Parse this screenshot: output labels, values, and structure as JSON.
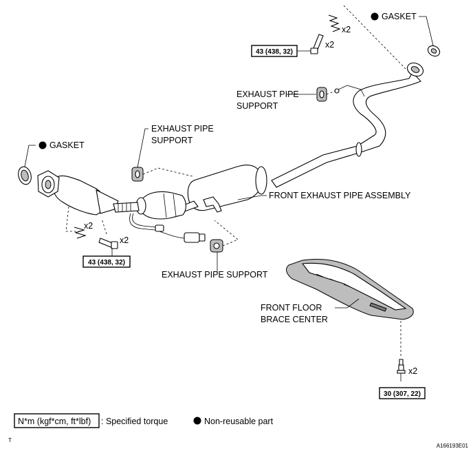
{
  "labels": {
    "gasket_top": "GASKET",
    "gasket_left": "GASKET",
    "exhaust_pipe_support_top_1": "EXHAUST PIPE",
    "exhaust_pipe_support_top_2": "SUPPORT",
    "exhaust_pipe_support_mid_1": "EXHAUST PIPE",
    "exhaust_pipe_support_mid_2": "SUPPORT",
    "exhaust_pipe_support_bottom": "EXHAUST PIPE SUPPORT",
    "front_exhaust_pipe_assembly": "FRONT EXHAUST PIPE ASSEMBLY",
    "front_floor_brace_center_1": "FRONT FLOOR",
    "front_floor_brace_center_2": "BRACE CENTER"
  },
  "torques": {
    "top": "43 (438, 32)",
    "left": "43 (438, 32)",
    "bottom": "30 (307, 22)"
  },
  "quantities": {
    "spring_top": "x2",
    "bolt_top": "x2",
    "spring_left": "x2",
    "bolt_left": "x2",
    "bolt_bottom": "x2"
  },
  "legend": {
    "torque_box": "N*m (kgf*cm, ft*lbf)",
    "torque_desc": ": Specified torque",
    "nonreusable": "Non-reusable part"
  },
  "corner": {
    "left": "T",
    "right": "A166193E01"
  }
}
